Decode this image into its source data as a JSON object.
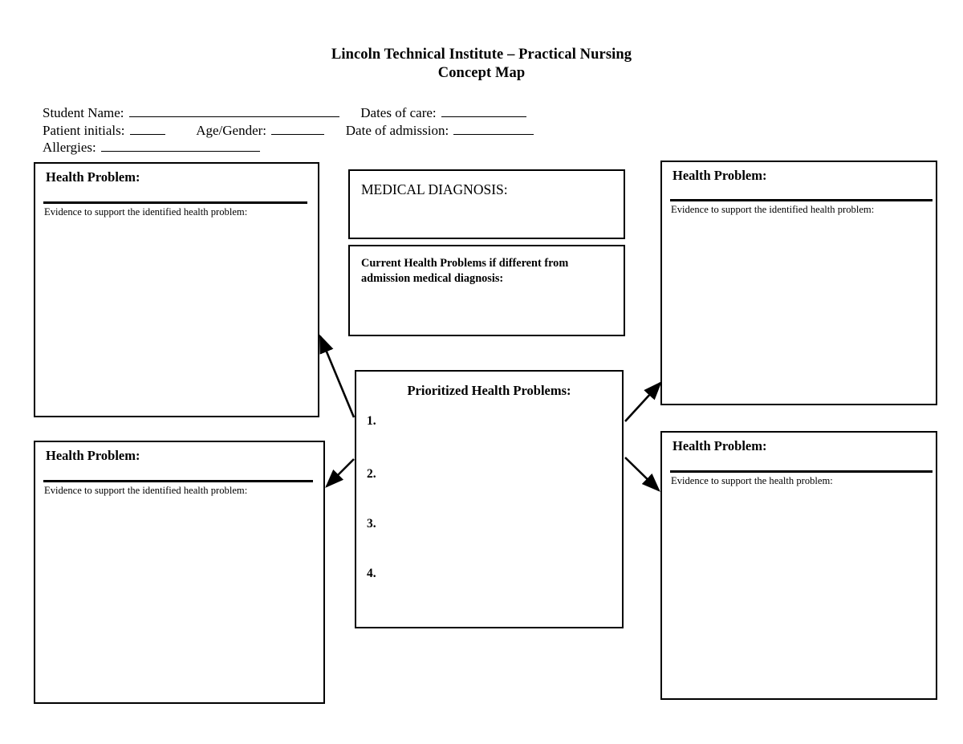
{
  "document": {
    "title_line1": "Lincoln Technical Institute – Practical Nursing",
    "title_line2": "Concept Map"
  },
  "header": {
    "student_name_label": "Student Name:",
    "dates_of_care_label": "Dates of care:",
    "patient_initials_label": "Patient initials:",
    "age_gender_label": "Age/Gender:",
    "date_of_admission_label": "Date of admission:",
    "allergies_label": "Allergies:",
    "student_name_value": "",
    "dates_of_care_value": "",
    "patient_initials_value": "",
    "age_gender_value": "",
    "date_of_admission_value": "",
    "allergies_value": ""
  },
  "boxes": {
    "health_problem_top_left": {
      "title": "Health Problem:",
      "evidence_label": "Evidence to support the identified health problem:",
      "content": ""
    },
    "health_problem_bottom_left": {
      "title": "Health Problem:",
      "evidence_label": "Evidence to support the identified health problem:",
      "content": ""
    },
    "health_problem_top_right": {
      "title": "Health Problem:",
      "evidence_label": "Evidence to support the identified health problem:",
      "content": ""
    },
    "health_problem_bottom_right": {
      "title": "Health Problem:",
      "evidence_label": "Evidence to support the health problem:",
      "content": ""
    },
    "medical_diagnosis": {
      "title": "MEDICAL DIAGNOSIS:",
      "content": ""
    },
    "current_health_problems": {
      "title": "Current Health Problems if different from admission medical diagnosis:",
      "content": ""
    },
    "prioritized_health_problems": {
      "title": "Prioritized Health Problems:",
      "items": [
        "1.",
        "2.",
        "3.",
        "4."
      ],
      "values": [
        "",
        "",
        "",
        ""
      ]
    }
  },
  "colors": {
    "ink": "#000000",
    "page": "#ffffff"
  }
}
